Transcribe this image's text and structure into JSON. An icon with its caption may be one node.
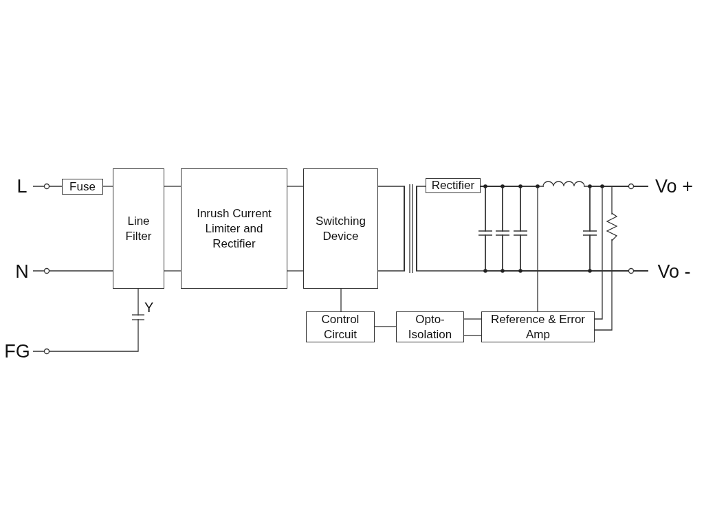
{
  "diagram": {
    "nodes": [
      {
        "text": [
          "L"
        ]
      },
      {
        "text": [
          "Fuse"
        ]
      },
      {
        "text": [
          "N"
        ]
      },
      {
        "text": [
          "Line Filter"
        ]
      },
      {
        "text": [
          "Inrush Current Limiter and Rectifier"
        ]
      },
      {
        "text": [
          "Switching Device"
        ]
      },
      {
        "text": [
          "Rectifier"
        ]
      },
      {
        "text": [
          "Vo +"
        ]
      },
      {
        "text": [
          "Vo -"
        ]
      },
      {
        "text": [
          "FG"
        ]
      },
      {
        "text": [
          "Control Circuit"
        ]
      },
      {
        "text": [
          "Opto- Isolation"
        ]
      },
      {
        "text": [
          "Reference & Error Amp"
        ]
      }
    ],
    "edges": [
      {
        "from": 0,
        "to": 1,
        "arrow": "none"
      },
      {
        "from": 1,
        "to": 3,
        "arrow": "none"
      },
      {
        "from": 2,
        "to": 3,
        "arrow": "none"
      },
      {
        "from": 3,
        "to": 4,
        "arrow": "none"
      },
      {
        "from": 3,
        "to": 4,
        "arrow": "none"
      },
      {
        "from": 4,
        "to": 5,
        "arrow": "none"
      },
      {
        "from": 4,
        "to": 5,
        "arrow": "none"
      },
      {
        "from": 3,
        "to": 9,
        "arrow": "none"
      },
      {
        "from": 5,
        "to": 6,
        "arrow": "none"
      },
      {
        "from": 5,
        "to": 8,
        "arrow": "none"
      },
      {
        "from": 6,
        "to": 7,
        "arrow": "none"
      },
      {
        "from": 5,
        "to": 10,
        "arrow": "none"
      },
      {
        "from": 10,
        "to": 11,
        "arrow": "none"
      },
      {
        "from": 11,
        "to": 12,
        "arrow": "none"
      },
      {
        "from": 11,
        "to": 12,
        "arrow": "none"
      },
      {
        "from": 6,
        "to": 12,
        "arrow": "none"
      },
      {
        "from": 7,
        "to": 12,
        "arrow": "none"
      },
      {
        "from": 7,
        "to": 12,
        "arrow": "none"
      },
      {
        "from": 6,
        "to": 8,
        "arrow": "none"
      },
      {
        "from": 6,
        "to": 8,
        "arrow": "none"
      },
      {
        "from": 6,
        "to": 8,
        "arrow": "none"
      },
      {
        "from": 7,
        "to": 8,
        "arrow": "none"
      }
    ],
    "labels": [
      "Y"
    ]
  }
}
